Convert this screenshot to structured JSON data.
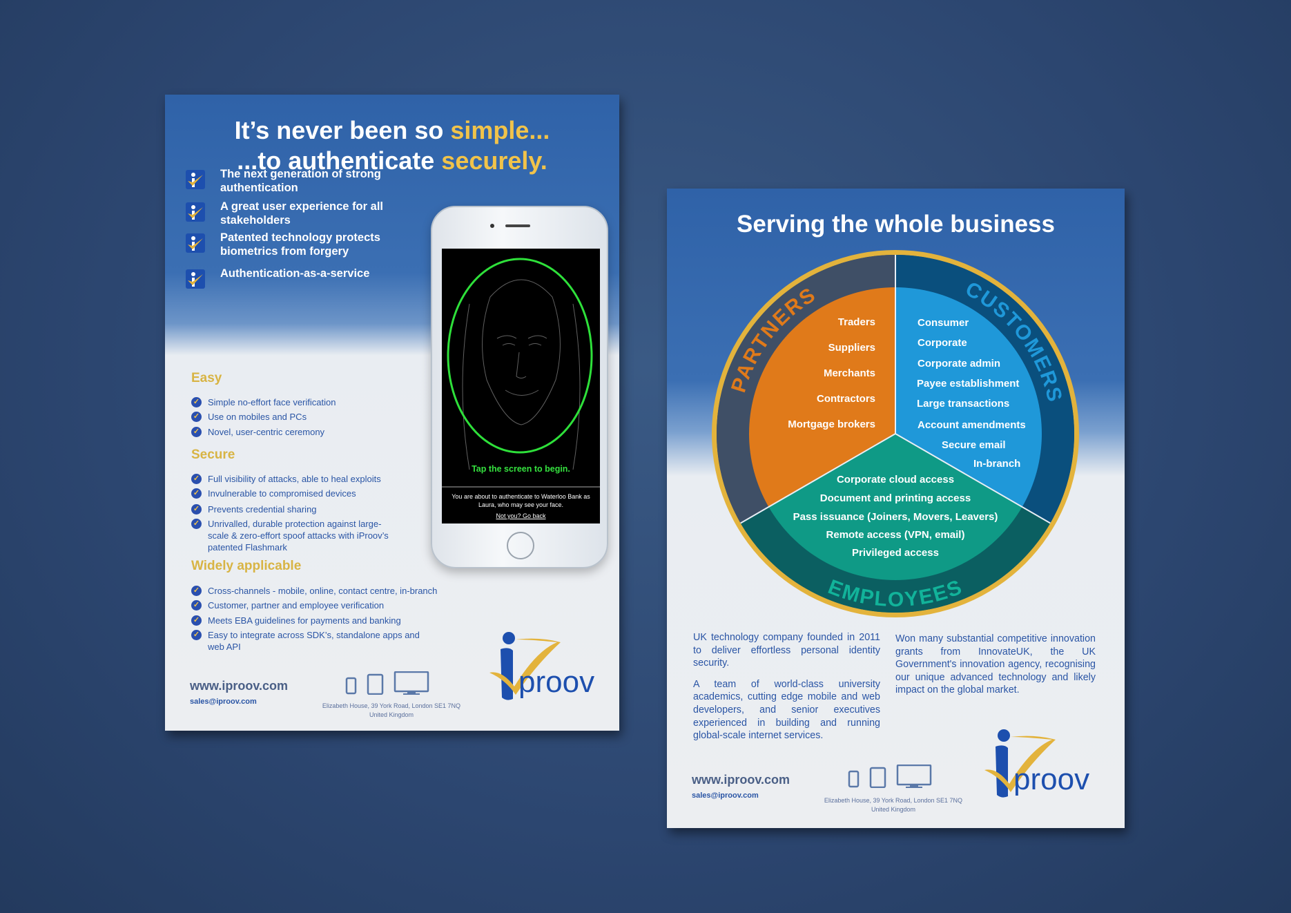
{
  "left_page": {
    "headline_line1_a": "It’s never been so ",
    "headline_line1_b": "simple...",
    "headline_line2_a": "...to authenticate ",
    "headline_line2_b": "securely.",
    "features": [
      "The next generation of strong authentication",
      "A great user experience for all stakeholders",
      "Patented technology protects biometrics from forgery",
      "Authentication-as-a-service"
    ],
    "sections": [
      {
        "heading": "Easy",
        "items": [
          "Simple no-effort face verification",
          "Use on mobiles and PCs",
          "Novel, user-centric ceremony"
        ]
      },
      {
        "heading": "Secure",
        "items": [
          "Full visibility of attacks, able to heal exploits",
          "Invulnerable to compromised devices",
          "Prevents credential sharing",
          "Unrivalled, durable protection against large-scale & zero-effort spoof attacks with iProov’s patented Flashmark"
        ]
      },
      {
        "heading": "Widely applicable",
        "items": [
          "Cross-channels - mobile, online, contact centre, in-branch",
          "Customer, partner and employee verification",
          "Meets EBA guidelines for payments and banking",
          "Easy to integrate across SDK’s, standalone apps and web API"
        ]
      }
    ],
    "phone": {
      "tap_prompt": "Tap the screen to begin.",
      "message": "You are about to authenticate to Waterloo Bank as Laura, who may see your face.",
      "back_link": "Not you? Go back"
    },
    "footer": {
      "website": "www.iproov.com",
      "email": "sales@iproov.com",
      "address_line1": "Elizabeth House, 39 York Road, London SE1 7NQ",
      "address_line2": "United Kingdom",
      "logo_text": "proov"
    }
  },
  "right_page": {
    "title": "Serving the whole business",
    "wheel": {
      "partners": {
        "label": "PARTNERS",
        "color": "#e07a1a",
        "items": [
          "Traders",
          "Suppliers",
          "Merchants",
          "Contractors",
          "Mortgage brokers"
        ]
      },
      "customers": {
        "label": "CUSTOMERS",
        "color": "#1f98d9",
        "items": [
          "Consumer",
          "Corporate",
          "Corporate admin",
          "Payee establishment",
          "Large transactions",
          "Account amendments",
          "Secure email",
          "In-branch"
        ]
      },
      "employees": {
        "label": "EMPLOYEES",
        "color": "#0f9a86",
        "items": [
          "Corporate cloud access",
          "Document and printing access",
          "Pass issuance (Joiners, Movers, Leavers)",
          "Remote access (VPN, email)",
          "Privileged access"
        ]
      }
    },
    "para_left": [
      "UK technology company founded in 2011 to deliver effortless personal identity security.",
      "A team of world-class university academics, cutting edge mobile and web developers, and senior executives experienced in building and running global-scale internet services."
    ],
    "para_right": [
      "Won many substantial competitive innovation grants from InnovateUK, the UK Government's innovation agency, recognising our unique advanced technology and likely impact on the global market."
    ],
    "footer": {
      "website": "www.iproov.com",
      "email": "sales@iproov.com",
      "address_line1": "Elizabeth House, 39 York Road, London SE1 7NQ",
      "address_line2": "United Kingdom",
      "logo_text": "proov"
    }
  },
  "colors": {
    "brand_blue": "#1d4fae",
    "brand_gold": "#e3b33c",
    "background": "#2c4670"
  }
}
